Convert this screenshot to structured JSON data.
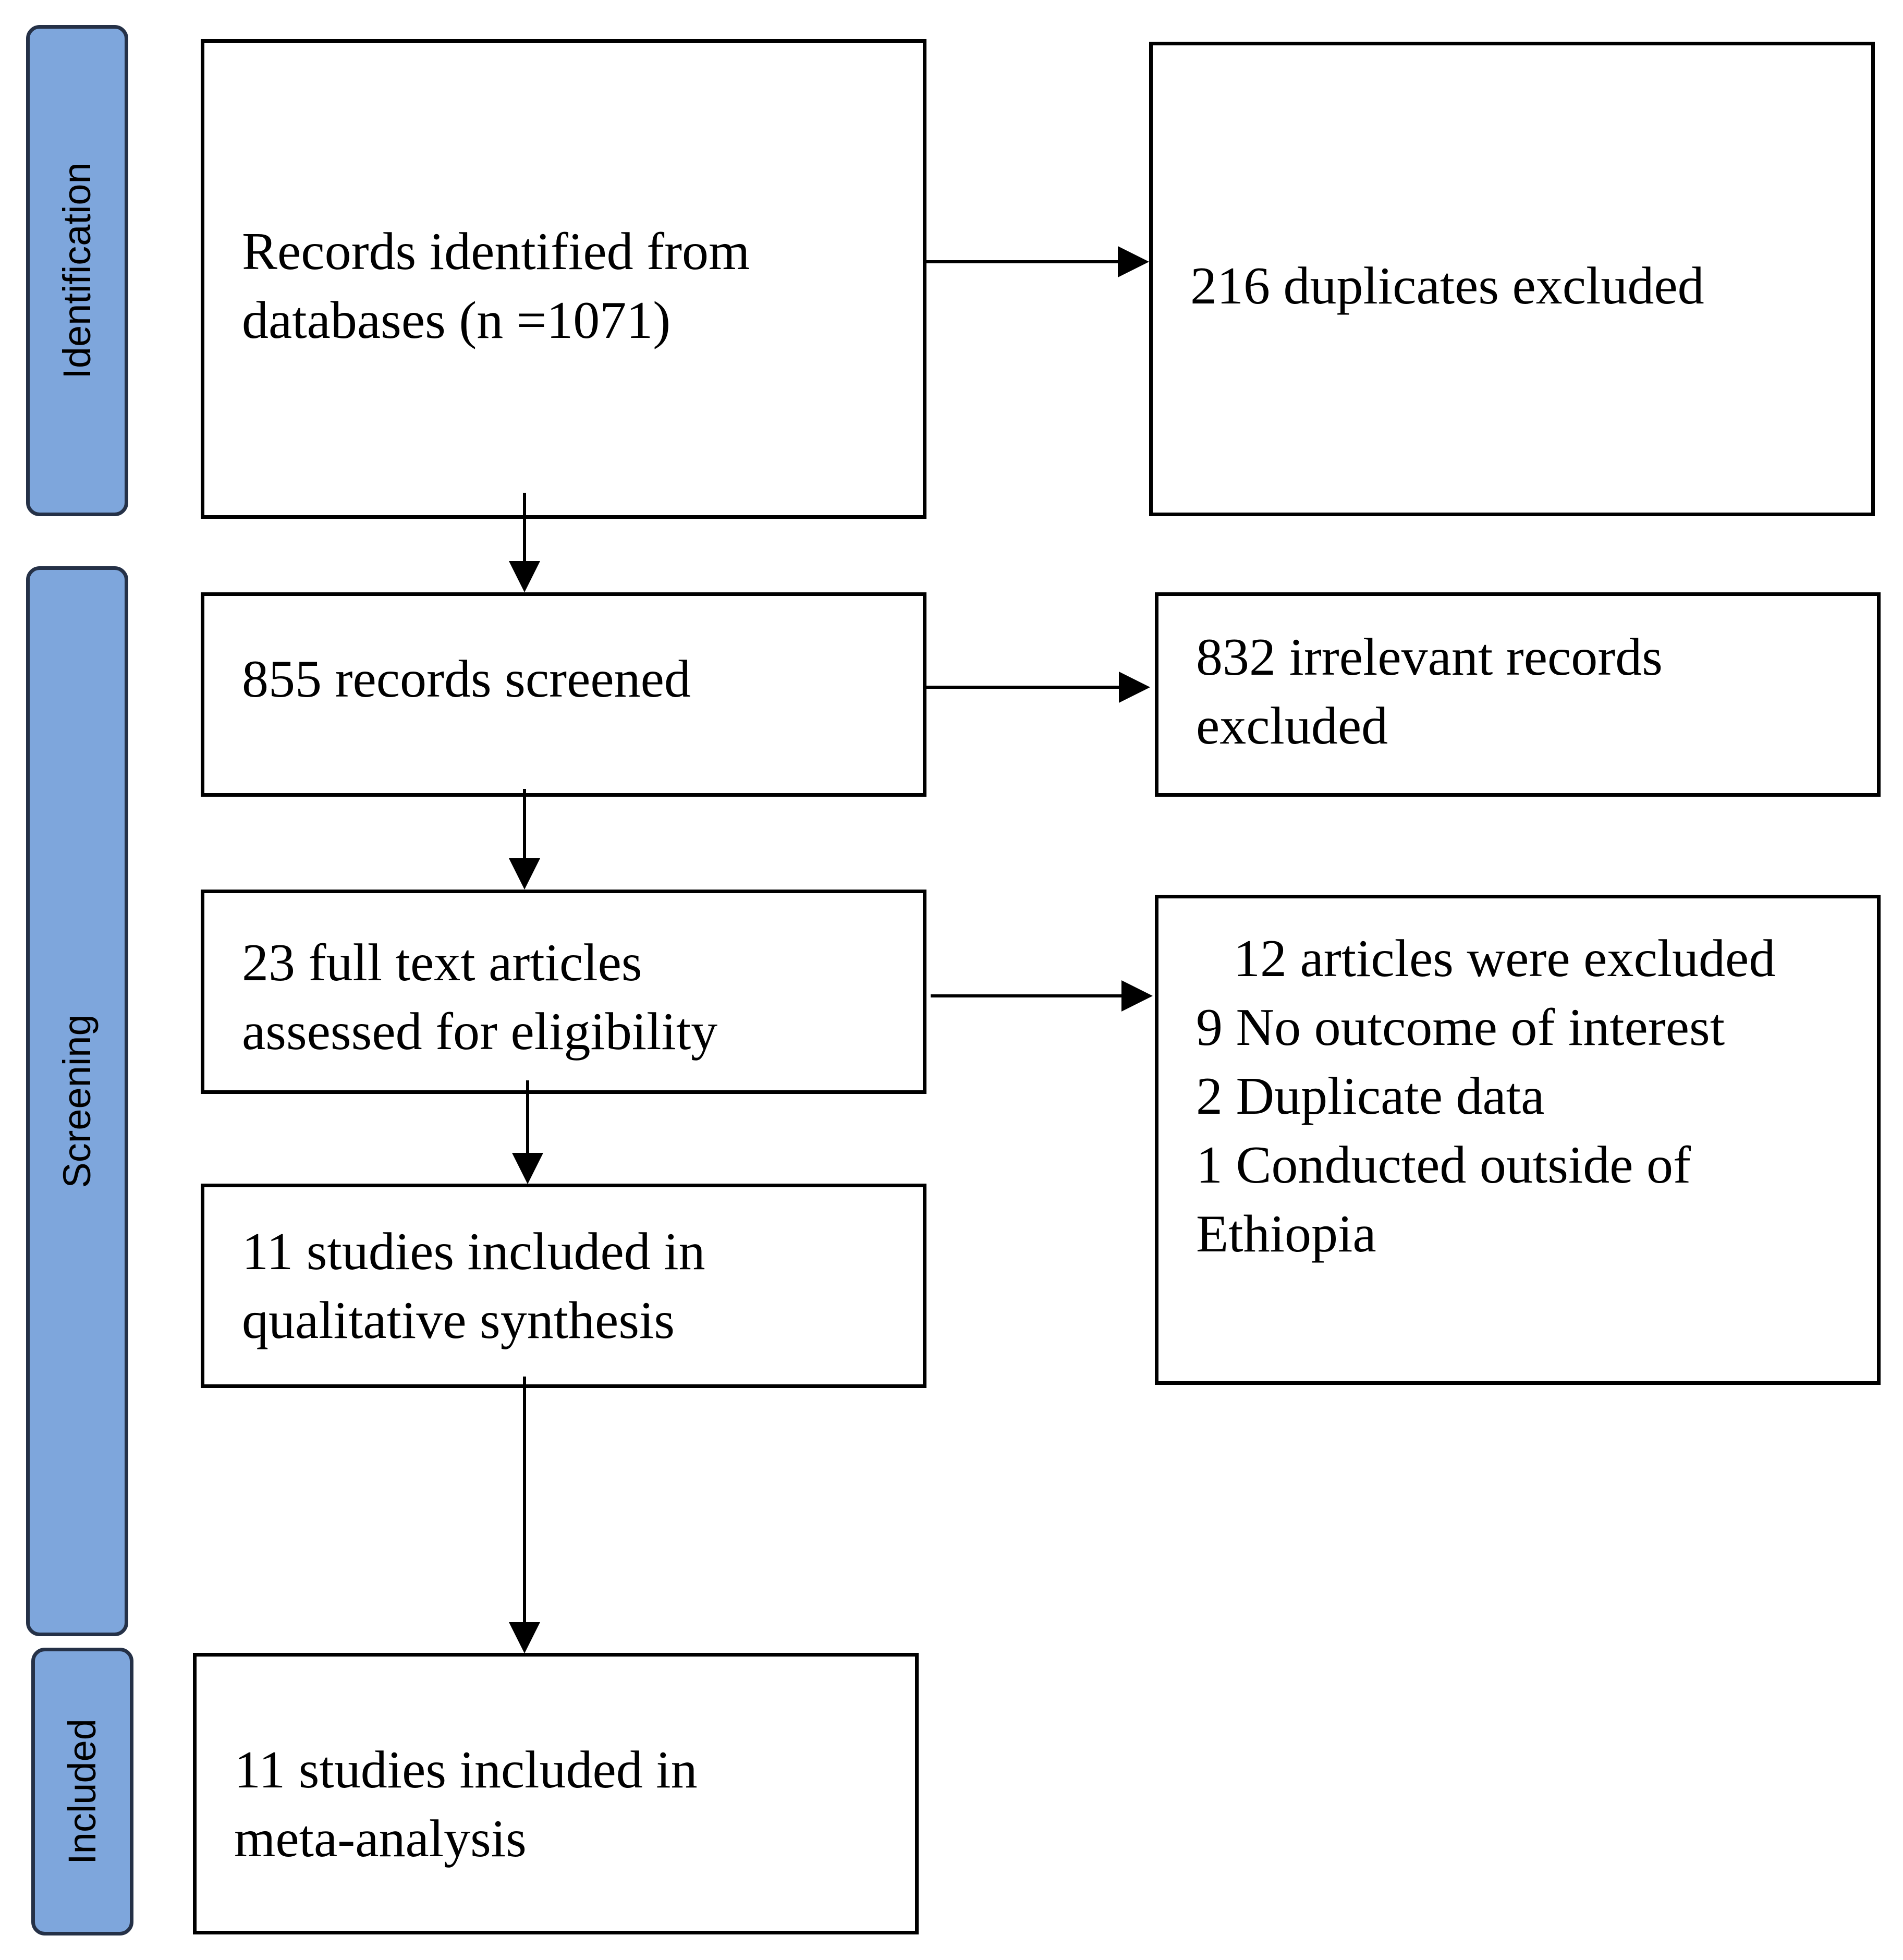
{
  "phases": {
    "identification": "Identification",
    "screening": "Screening",
    "included": "Included"
  },
  "boxes": {
    "records_identified": [
      "Records identified from",
      "databases (n =1071)"
    ],
    "duplicates_excluded": [
      "216 duplicates excluded"
    ],
    "records_screened": [
      "855 records screened"
    ],
    "irrelevant_excluded": [
      "832 irrelevant records",
      "excluded"
    ],
    "full_text_assessed": [
      "23 full text articles",
      "assessed for eligibility"
    ],
    "articles_excluded": {
      "heading": "12 articles were excluded",
      "reasons": [
        "9 No outcome of interest",
        "2 Duplicate data",
        "1 Conducted outside of",
        "Ethiopia"
      ]
    },
    "qualitative_synthesis": [
      "11 studies included in",
      "qualitative synthesis"
    ],
    "meta_analysis": [
      "11 studies included in",
      "meta-analysis"
    ]
  }
}
